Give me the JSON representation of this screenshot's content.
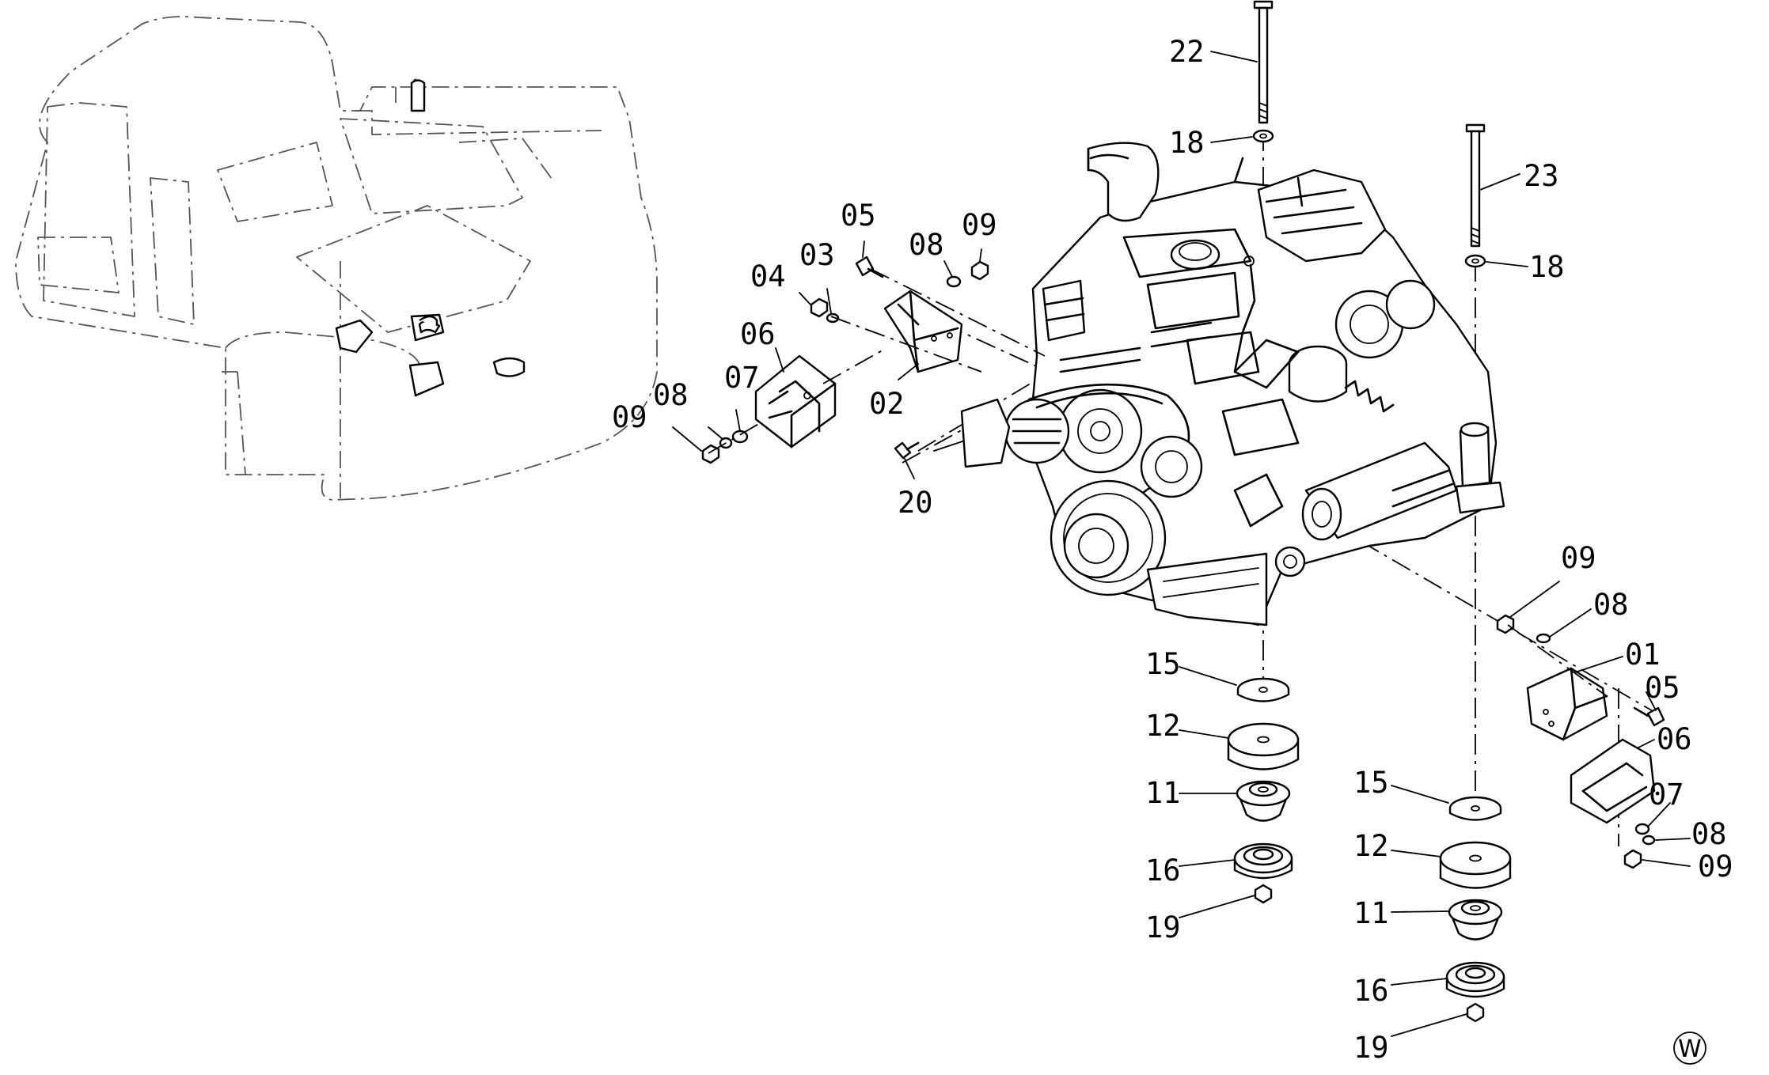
{
  "labels": {
    "p22": "22",
    "p18_top": "18",
    "p23": "23",
    "p18_right": "18",
    "p05_left": "05",
    "p08_top": "08",
    "p09_top": "09",
    "p04": "04",
    "p03": "03",
    "p06_left": "06",
    "p07_left": "07",
    "p08_left": "08",
    "p09_left": "09",
    "p02": "02",
    "p20": "20",
    "p15_left": "15",
    "p12_left": "12",
    "p11_left": "11",
    "p16_left": "16",
    "p19_left": "19",
    "p15_right": "15",
    "p12_right": "12",
    "p11_right": "11",
    "p16_right": "16",
    "p19_right": "19",
    "p09_r_top": "09",
    "p08_r_top": "08",
    "p01": "01",
    "p05_right": "05",
    "p06_right": "06",
    "p07_right": "07",
    "p08_r_bottom": "08",
    "p09_r_bottom": "09"
  },
  "corner_mark": "W"
}
